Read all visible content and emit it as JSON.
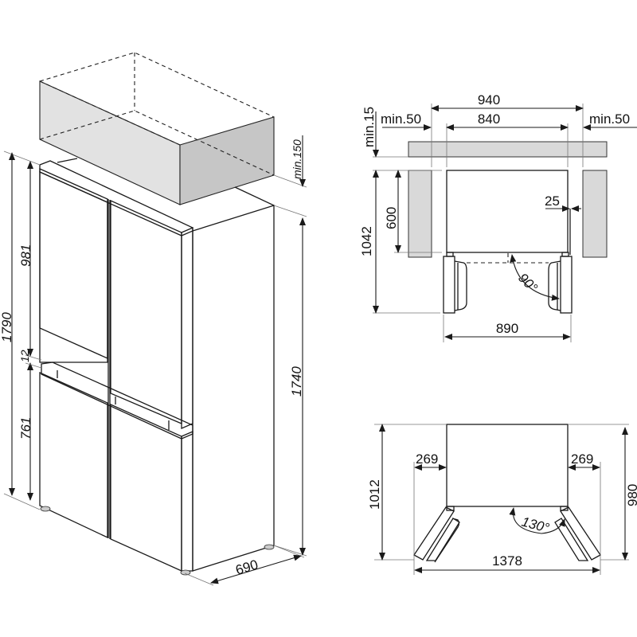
{
  "iso_view": {
    "dims": {
      "total_height": "1790",
      "upper_door": "981",
      "gap": "12",
      "lower_door": "761",
      "cabinet_height": "1740",
      "top_clearance": "min.150",
      "depth": "690"
    }
  },
  "top_view_90": {
    "dims": {
      "niche_width": "940",
      "width": "840",
      "side_clearance_left": "min.50",
      "side_clearance_right": "min.50",
      "rear_clearance": "min.15",
      "side_gap": "25",
      "body_depth": "600",
      "total_depth": "1042",
      "open_width": "890",
      "angle": "90°"
    }
  },
  "top_view_130": {
    "dims": {
      "depth_left": "1012",
      "depth_right": "980",
      "door_overhang_left": "269",
      "door_overhang_right": "269",
      "open_width": "1378",
      "angle": "130°"
    }
  },
  "colors": {
    "line": "#1a1a1a",
    "wall_fill": "#d9d9d9",
    "cabinet_front": "#e2e2e2",
    "cabinet_side": "#c6c6c6"
  }
}
